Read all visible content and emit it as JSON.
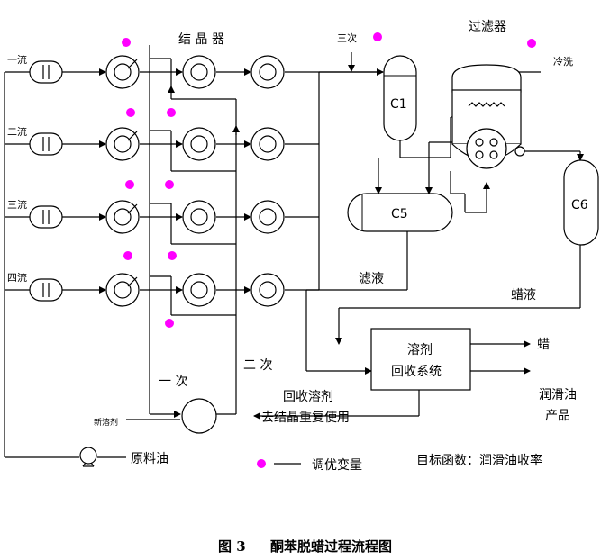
{
  "stream_labels": {
    "s1": "一流",
    "s2": "二流",
    "s3": "三流",
    "s4": "四流"
  },
  "crystallizer_label": "结 晶 器",
  "third_pass": "三次",
  "filter_label": "过滤器",
  "cold_wash": "冷洗",
  "tanks": {
    "c1": "C1",
    "c5": "C5",
    "c6": "C6"
  },
  "filtrate": "滤液",
  "wax_liquor": "蜡液",
  "first_pass": "一 次",
  "second_pass": "二 次",
  "new_solvent": "新溶剂",
  "solvent_recovery": {
    "line1": "溶剂",
    "line2": "回收系统"
  },
  "outputs": {
    "wax": "蜡",
    "lube_line1": "润滑油",
    "lube_line2": "产品"
  },
  "recycle": {
    "line1": "回收溶剂",
    "line2": "去结晶重复使用"
  },
  "feed_oil": "原料油",
  "legend": "调优变量",
  "objective": "目标函数：润滑油收率",
  "caption": {
    "figure_no": "图 3",
    "title": "酮苯脱蜡过程流程图"
  },
  "colors": {
    "marker": "#ff00ff",
    "line": "#000000"
  }
}
